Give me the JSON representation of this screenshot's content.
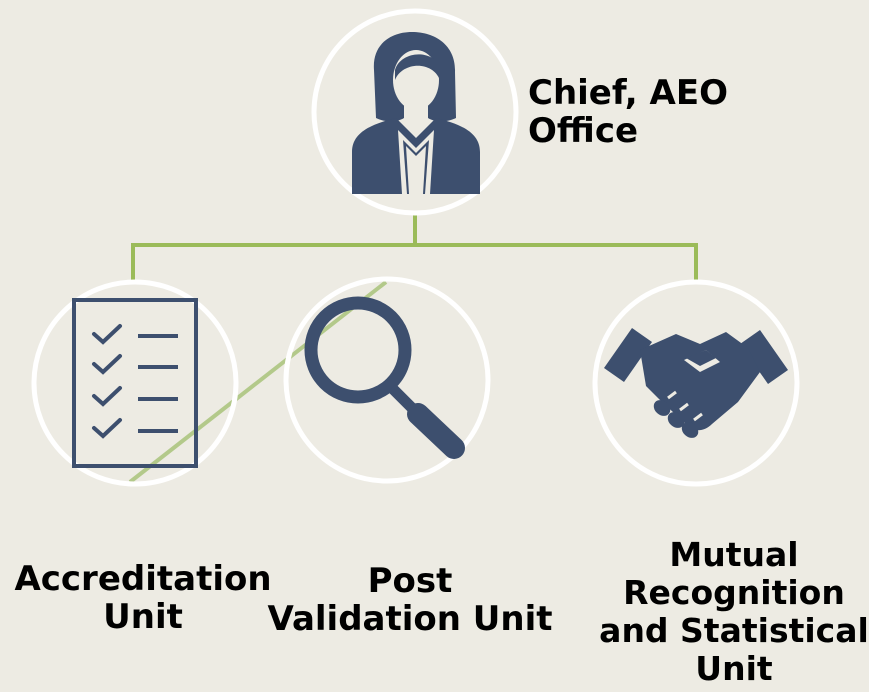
{
  "nodes": {
    "chief": {
      "label": "Chief, AEO\nOffice",
      "icon": "businesswoman-icon"
    },
    "accreditation": {
      "label": "Accreditation\nUnit",
      "icon": "checklist-icon"
    },
    "post_validation": {
      "label": "Post\nValidation Unit",
      "icon": "magnifying-glass-icon"
    },
    "mutual": {
      "label": "Mutual\nRecognition\nand Statistical\nUnit",
      "icon": "handshake-icon"
    }
  },
  "colors": {
    "background": "#edebe3",
    "connector": "#9bbb59",
    "icon": "#3d4f6e",
    "circle_border": "#ffffff"
  }
}
